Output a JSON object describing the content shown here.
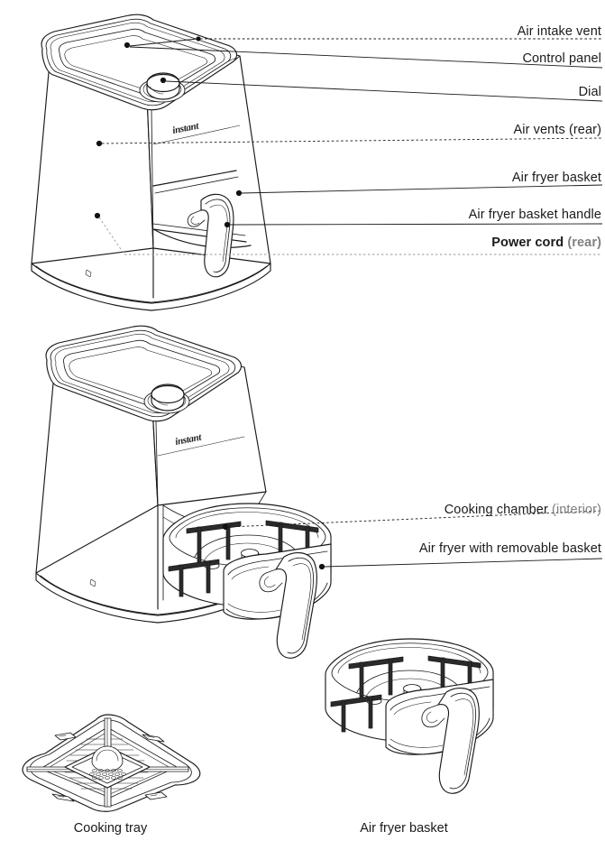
{
  "document": {
    "type": "product-parts-diagram",
    "product": "Air Fryer",
    "brand_mark": "instant",
    "background_color": "#ffffff",
    "line_color": "#1a1a1a",
    "muted_color": "#808080"
  },
  "figures": [
    {
      "id": "figure-assembled",
      "name": "Assembled air fryer front three-quarter view",
      "callouts": [
        {
          "key": "air-intake-vent",
          "label": "Air intake vent",
          "sub": "",
          "leader": "dotted",
          "leader_color": "#1a1a1a"
        },
        {
          "key": "control-panel",
          "label": "Control panel",
          "sub": "",
          "leader": "solid",
          "leader_color": "#1a1a1a"
        },
        {
          "key": "dial",
          "label": "Dial",
          "sub": "",
          "leader": "solid",
          "leader_color": "#1a1a1a"
        },
        {
          "key": "air-vents-rear",
          "label": "Air vents (rear)",
          "sub": "",
          "leader": "dotted",
          "leader_color": "#1a1a1a"
        },
        {
          "key": "air-fryer-basket",
          "label": "Air fryer basket",
          "sub": "",
          "leader": "solid",
          "leader_color": "#1a1a1a"
        },
        {
          "key": "basket-handle",
          "label": "Air fryer basket handle",
          "sub": "",
          "leader": "solid",
          "leader_color": "#1a1a1a"
        },
        {
          "key": "power-cord",
          "label": "Power cord ",
          "sub": "(rear)",
          "leader": "dotted",
          "leader_color": "#9a9a9a",
          "bold": true
        }
      ]
    },
    {
      "id": "figure-open",
      "name": "Air fryer with basket pulled out showing cooking chamber",
      "callouts": [
        {
          "key": "cooking-chamber",
          "label": "Cooking chamber ",
          "sub": "(interior)",
          "leader": "dotted",
          "leader_color": "#1a1a1a"
        },
        {
          "key": "removable-basket",
          "label": "Air fryer with removable basket",
          "sub": "",
          "leader": "solid",
          "leader_color": "#1a1a1a"
        }
      ]
    },
    {
      "id": "figure-cooking-tray",
      "name": "Cooking tray detached view",
      "caption": "Cooking tray"
    },
    {
      "id": "figure-air-fryer-basket",
      "name": "Air fryer basket detached view",
      "caption": "Air fryer basket"
    }
  ]
}
